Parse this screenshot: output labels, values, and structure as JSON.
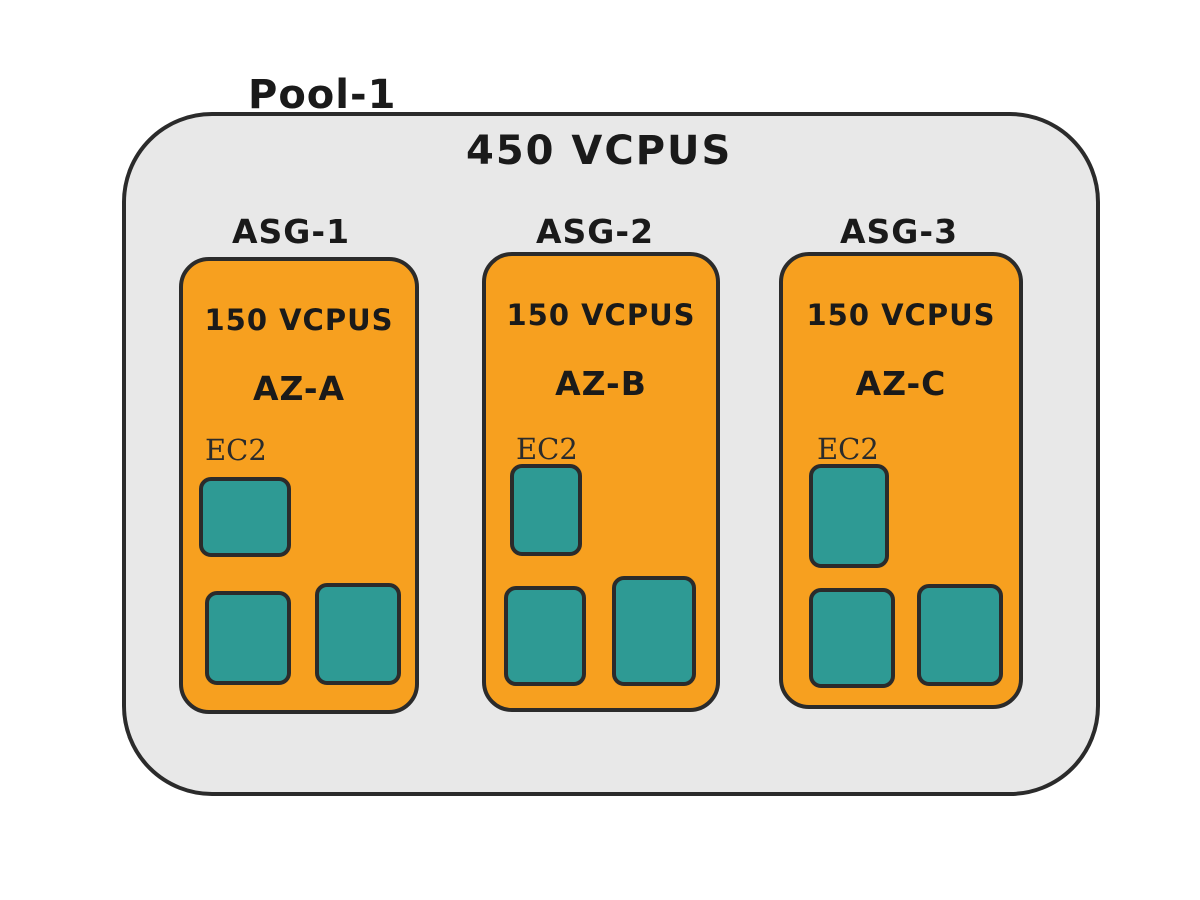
{
  "pool": {
    "label": "Pool-1",
    "vcpus": "450 VCPUS"
  },
  "asgs": [
    {
      "label": "ASG-1",
      "vcpus": "150 VCPUS",
      "az": "AZ-A",
      "ec2_label": "EC2"
    },
    {
      "label": "ASG-2",
      "vcpus": "150 VCPUS",
      "az": "AZ-B",
      "ec2_label": "EC2"
    },
    {
      "label": "ASG-3",
      "vcpus": "150 VCPUS",
      "az": "AZ-C",
      "ec2_label": "EC2"
    }
  ],
  "colors": {
    "pool_fill": "#e8e8e8",
    "asg_fill": "#f7a01f",
    "ec2_fill": "#2e9a94",
    "outline": "#2b2b2b"
  }
}
